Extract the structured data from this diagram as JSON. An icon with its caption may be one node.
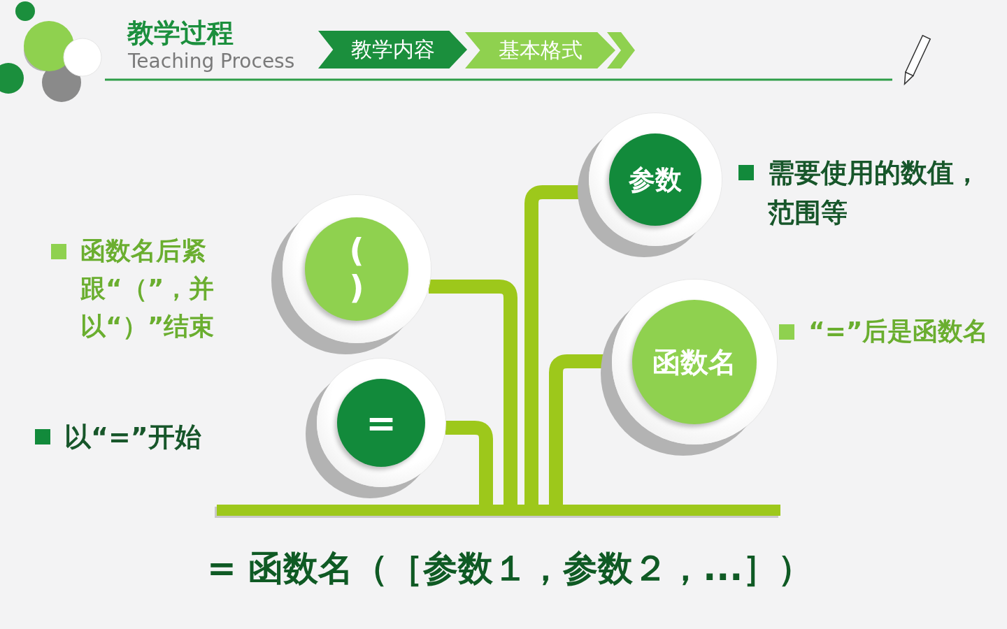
{
  "diagram": {
    "title": "教学过程",
    "nodes": [
      {
        "text": [
          "教学内容"
        ]
      },
      {
        "text": [
          "基本格式"
        ]
      },
      {
        "text": [
          "参数"
        ]
      },
      {
        "text": [
          "( )"
        ]
      },
      {
        "text": [
          "函数名"
        ]
      },
      {
        "text": [
          "="
        ]
      },
      {
        "text": [],
        "shape": "bar"
      }
    ],
    "edges": [
      {
        "from": 2,
        "to": 6,
        "arrow": "none"
      },
      {
        "from": 3,
        "to": 6,
        "arrow": "none"
      },
      {
        "from": 4,
        "to": 6,
        "arrow": "none"
      },
      {
        "from": 5,
        "to": 6,
        "arrow": "none"
      }
    ],
    "labels": [
      "Teaching Process",
      "需要使用的数值，范围等",
      "函数名后紧跟“（”，并以“）”结束",
      "“=”后是函数名",
      "以“=”开始",
      "= 函数名（［参数１，参数２，...］）"
    ]
  }
}
